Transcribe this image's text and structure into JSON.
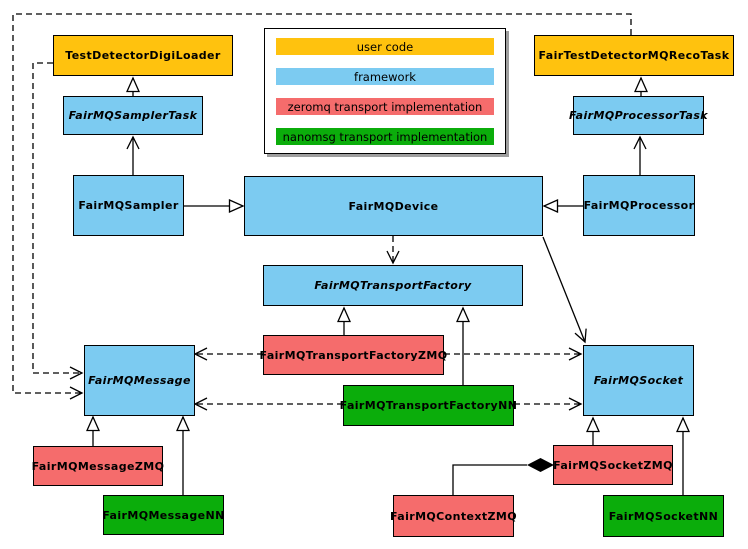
{
  "legend": {
    "items": [
      {
        "label": "user code",
        "color": "#FFC20E"
      },
      {
        "label": "framework",
        "color": "#7CCBF1"
      },
      {
        "label": "zeromq transport implementation",
        "color": "#F56C6C"
      },
      {
        "label": "nanomsg transport implementation",
        "color": "#0BAD0B"
      }
    ]
  },
  "colors": {
    "user_code": "#FFC20E",
    "framework": "#7CCBF1",
    "zeromq": "#F56C6C",
    "nanomsg": "#0BAD0B",
    "line": "#000000"
  },
  "nodes": {
    "digiLoader": {
      "label": "TestDetectorDigiLoader",
      "color": "#FFC20E"
    },
    "recoTask": {
      "label": "FairTestDetectorMQRecoTask",
      "color": "#FFC20E"
    },
    "samplerTask": {
      "label": "FairMQSamplerTask",
      "color": "#7CCBF1"
    },
    "processorTask": {
      "label": "FairMQProcessorTask",
      "color": "#7CCBF1"
    },
    "sampler": {
      "label": "FairMQSampler",
      "color": "#7CCBF1"
    },
    "device": {
      "label": "FairMQDevice",
      "color": "#7CCBF1"
    },
    "processor": {
      "label": "FairMQProcessor",
      "color": "#7CCBF1"
    },
    "transportFactory": {
      "label": "FairMQTransportFactory",
      "color": "#7CCBF1"
    },
    "transportFactoryZMQ": {
      "label": "FairMQTransportFactoryZMQ",
      "color": "#F56C6C"
    },
    "transportFactoryNN": {
      "label": "FairMQTransportFactoryNN",
      "color": "#0BAD0B"
    },
    "message": {
      "label": "FairMQMessage",
      "color": "#7CCBF1"
    },
    "socket": {
      "label": "FairMQSocket",
      "color": "#7CCBF1"
    },
    "messageZMQ": {
      "label": "FairMQMessageZMQ",
      "color": "#F56C6C"
    },
    "messageNN": {
      "label": "FairMQMessageNN",
      "color": "#0BAD0B"
    },
    "socketZMQ": {
      "label": "FairMQSocketZMQ",
      "color": "#F56C6C"
    },
    "socketNN": {
      "label": "FairMQSocketNN",
      "color": "#0BAD0B"
    },
    "contextZMQ": {
      "label": "FairMQContextZMQ",
      "color": "#F56C6C"
    }
  }
}
